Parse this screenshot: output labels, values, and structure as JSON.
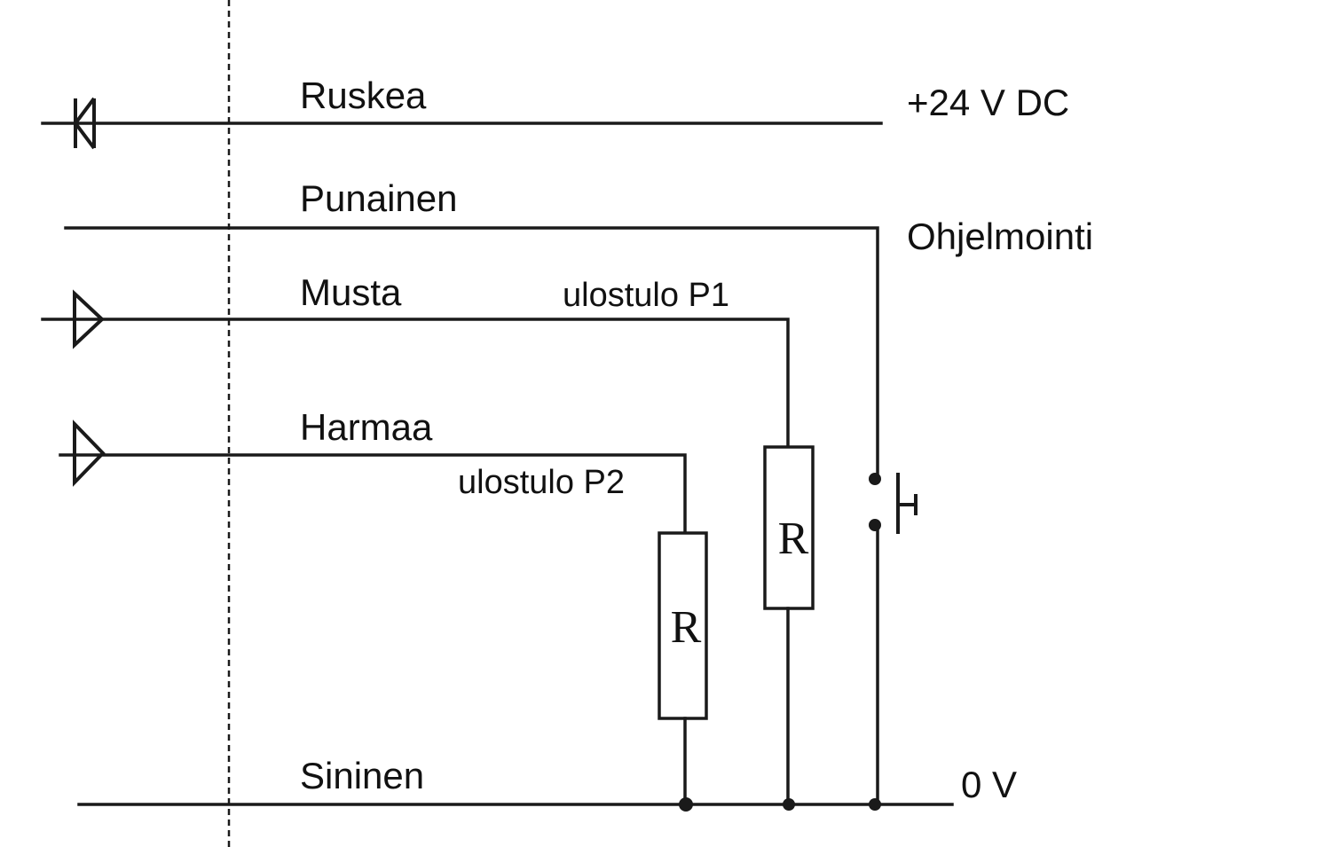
{
  "wires": {
    "brown": "Ruskea",
    "red": "Punainen",
    "black": "Musta",
    "grey": "Harmaa",
    "blue": "Sininen"
  },
  "terminals": {
    "supply": "+24 V DC",
    "programming": "Ohjelmointi",
    "ground": "0 V"
  },
  "outputs": {
    "p1": "ulostulo P1",
    "p2": "ulostulo P2"
  },
  "resistors": {
    "r1": "R",
    "r2": "R"
  },
  "icons": {
    "brown_line_symbol": "diode-icon",
    "black_line_symbol": "output-triangle-icon",
    "grey_line_symbol": "output-triangle-icon",
    "programming_switch": "push-button-switch-icon"
  }
}
